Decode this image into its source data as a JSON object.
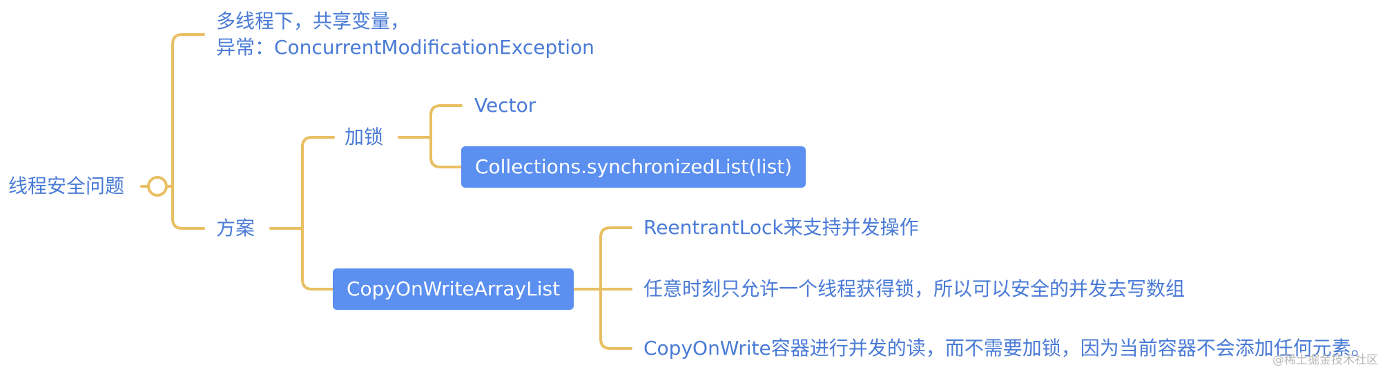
{
  "mindmap": {
    "root": {
      "label": "线程安全问题"
    },
    "problem": {
      "line1": "多线程下，共享变量，",
      "line2": "异常：ConcurrentModificationException"
    },
    "solution": {
      "label": "方案"
    },
    "lock": {
      "label": "加锁"
    },
    "vector": {
      "label": "Vector"
    },
    "sync_list": {
      "label": "Collections.synchronizedList(list)"
    },
    "cow": {
      "label": "CopyOnWriteArrayList"
    },
    "cow_details": [
      {
        "label": "ReentrantLock来支持并发操作"
      },
      {
        "label": "任意时刻只允许一个线程获得锁，所以可以安全的并发去写数组"
      },
      {
        "label": "CopyOnWrite容器进行并发的读，而不需要加锁，因为当前容器不会添加任何元素。"
      }
    ]
  },
  "watermark": "@稀土掘金技术社区",
  "colors": {
    "connector": "#e8bf63",
    "text": "#4a7bd6",
    "box_fill": "#5b8ff0",
    "box_text": "#ffffff"
  }
}
